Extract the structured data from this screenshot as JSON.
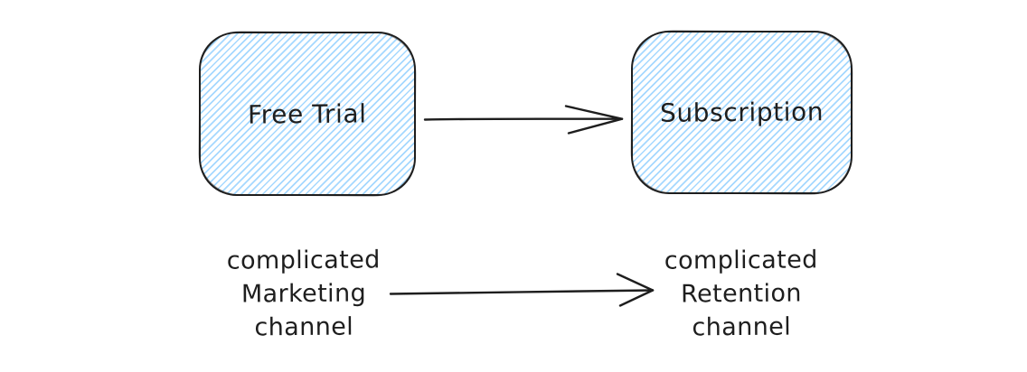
{
  "colors": {
    "stroke": "#1e1e1e",
    "hatch": "#a5d8ff",
    "canvas_bg": "#ffffff"
  },
  "nodes": [
    {
      "id": "free-trial",
      "label": "Free Trial"
    },
    {
      "id": "subscription",
      "label": "Subscription"
    }
  ],
  "captions": [
    {
      "lines": [
        "complicated",
        "Marketing",
        "channel"
      ]
    },
    {
      "lines": [
        "complicated",
        "Retention",
        "channel"
      ]
    }
  ],
  "connections": [
    {
      "from": "Free Trial",
      "to": "Subscription"
    },
    {
      "from": "complicated Marketing channel",
      "to": "complicated Retention channel"
    }
  ]
}
